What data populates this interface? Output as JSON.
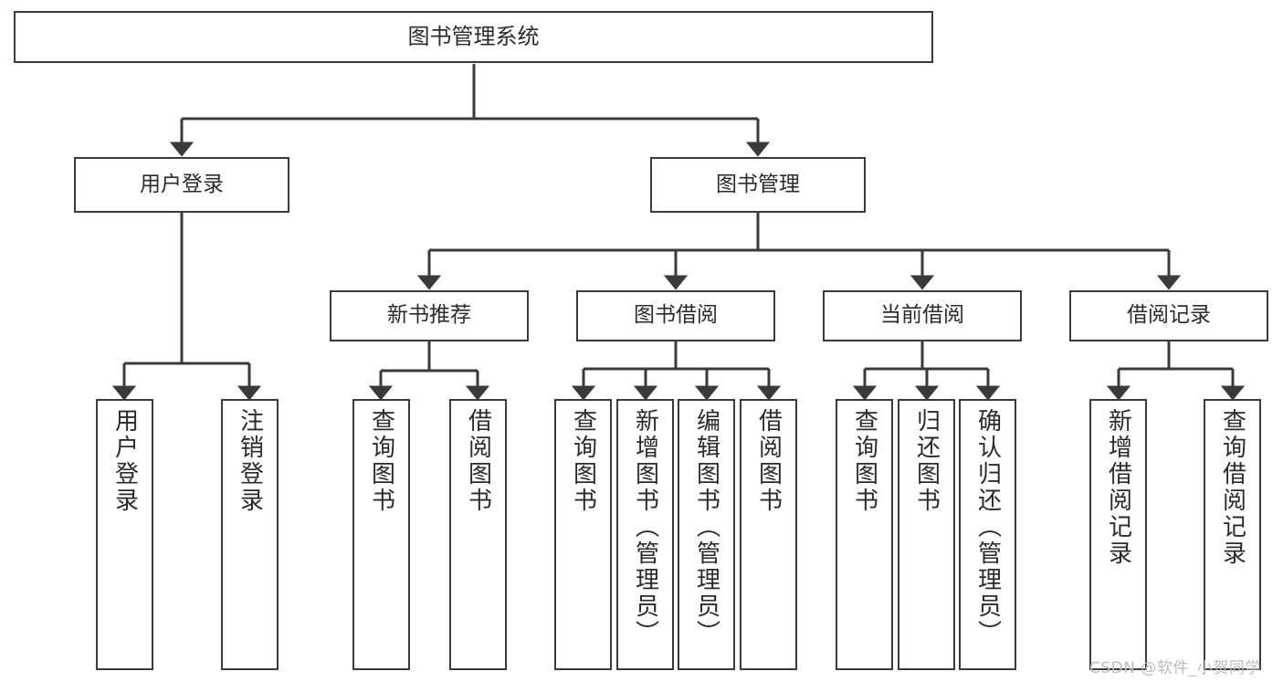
{
  "diagram": {
    "title": "图书管理系统",
    "type": "tree-hierarchy-chart",
    "colors": {
      "background": "#ffffff",
      "border": "#3a3a3a",
      "text": "#2b2b2b",
      "edge": "#3a3a3a",
      "watermark": "#bcbcbc"
    },
    "nodes": {
      "root": {
        "label": "图书管理系统"
      },
      "level1": [
        {
          "label": "用户登录"
        },
        {
          "label": "图书管理"
        }
      ],
      "level2": [
        {
          "label": "新书推荐"
        },
        {
          "label": "图书借阅"
        },
        {
          "label": "当前借阅"
        },
        {
          "label": "借阅记录"
        }
      ],
      "leaves_user_login": [
        {
          "label": "用户登录"
        },
        {
          "label": "注销登录"
        }
      ],
      "leaves_new_book": [
        {
          "label": "查询图书"
        },
        {
          "label": "借阅图书"
        }
      ],
      "leaves_borrow": [
        {
          "label": "查询图书"
        },
        {
          "label": "新增图书（管理员）"
        },
        {
          "label": "编辑图书（管理员）"
        },
        {
          "label": "借阅图书"
        }
      ],
      "leaves_current": [
        {
          "label": "查询图书"
        },
        {
          "label": "归还图书"
        },
        {
          "label": "确认归还（管理员）"
        }
      ],
      "leaves_records": [
        {
          "label": "新增借阅记录"
        },
        {
          "label": "查询借阅记录"
        }
      ]
    },
    "watermark": "CSDN @软件_小贺同学"
  }
}
